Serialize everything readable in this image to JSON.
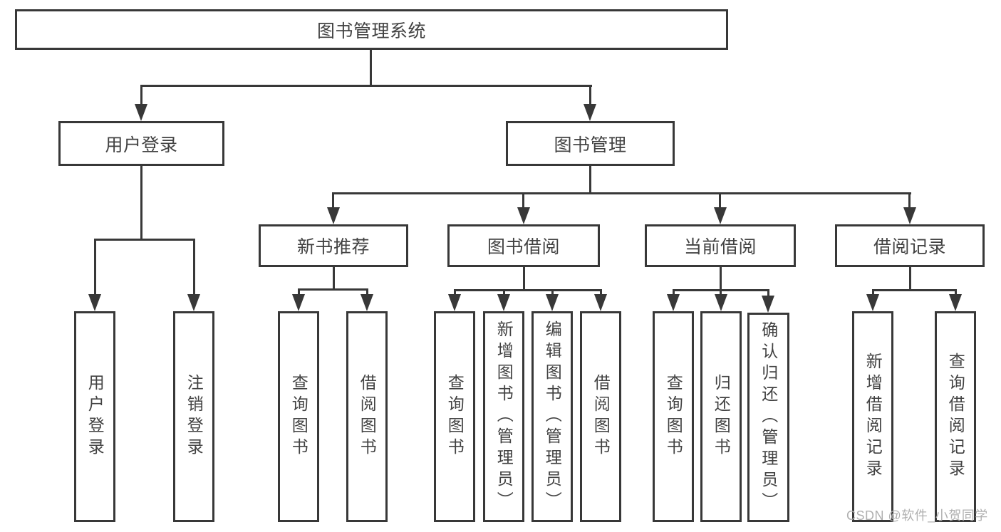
{
  "tree": {
    "root": {
      "label": "图书管理系统"
    },
    "branches": [
      {
        "label": "用户登录",
        "children": [
          {
            "label": "用户登录"
          },
          {
            "label": "注销登录"
          }
        ]
      },
      {
        "label": "图书管理",
        "children": [
          {
            "label": "新书推荐",
            "children": [
              {
                "label": "查询图书"
              },
              {
                "label": "借阅图书"
              }
            ]
          },
          {
            "label": "图书借阅",
            "children": [
              {
                "label": "查询图书"
              },
              {
                "label": "新增图书（管理员）"
              },
              {
                "label": "编辑图书（管理员）"
              },
              {
                "label": "借阅图书"
              }
            ]
          },
          {
            "label": "当前借阅",
            "children": [
              {
                "label": "查询图书"
              },
              {
                "label": "归还图书"
              },
              {
                "label": "确认归还（管理员）"
              }
            ]
          },
          {
            "label": "借阅记录",
            "children": [
              {
                "label": "新增借阅记录"
              },
              {
                "label": "查询借阅记录"
              }
            ]
          }
        ]
      }
    ]
  },
  "watermark": {
    "text": "CSDN @软件_小贺同学"
  },
  "colors": {
    "background": "#ffffff",
    "line": "#383838",
    "node_border": "#383838",
    "node_text": "#424242",
    "watermark_text": "#b0b0b0"
  }
}
